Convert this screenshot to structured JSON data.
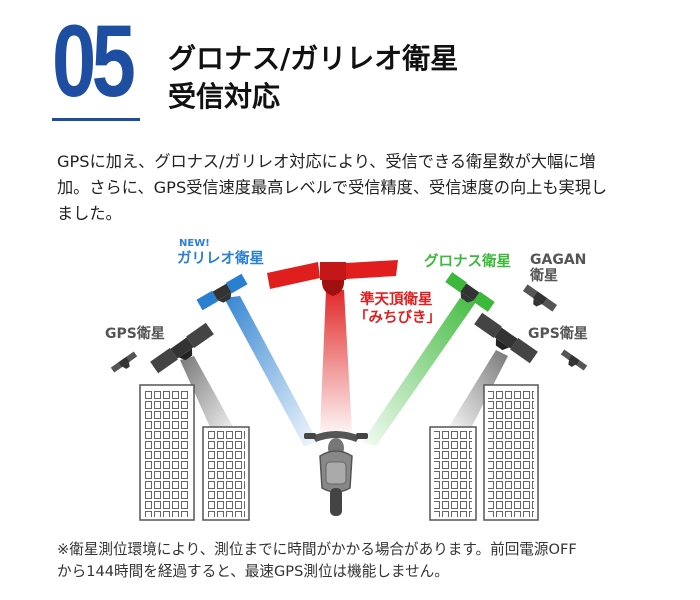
{
  "section": {
    "number": "05",
    "title_line1": "グロナス/ガリレオ衛星",
    "title_line2": "受信対応"
  },
  "description": {
    "line1": "GPSに加え、グロナス/ガリレオ対応により、受信できる衛星数が大幅に増",
    "line2": "加。さらに、GPS受信速度最高レベルで受信精度、受信速度の向上も実現し",
    "line3": "ました。"
  },
  "diagram": {
    "galileo_badge": "NEW!",
    "galileo": "ガリレオ衛星",
    "qzss_line1": "準天頂衛星",
    "qzss_line2": "「みちびき」",
    "glonass": "グロナス衛星",
    "gagan_line1": "GAGAN",
    "gagan_line2": "衛星",
    "gps_left": "GPS衛星",
    "gps_right": "GPS衛星",
    "colors": {
      "brand_blue": "#1e4ea2",
      "galileo_blue": "#2a7fd0",
      "qzss_red": "#e01e1e",
      "glonass_green": "#3cb83a",
      "gray": "#555555"
    }
  },
  "footnote": {
    "line1": "※衛星測位環境により、測位までに時間がかかる場合があります。前回電源OFF",
    "line2": "から144時間を経過すると、最速GPS測位は機能しません。"
  }
}
